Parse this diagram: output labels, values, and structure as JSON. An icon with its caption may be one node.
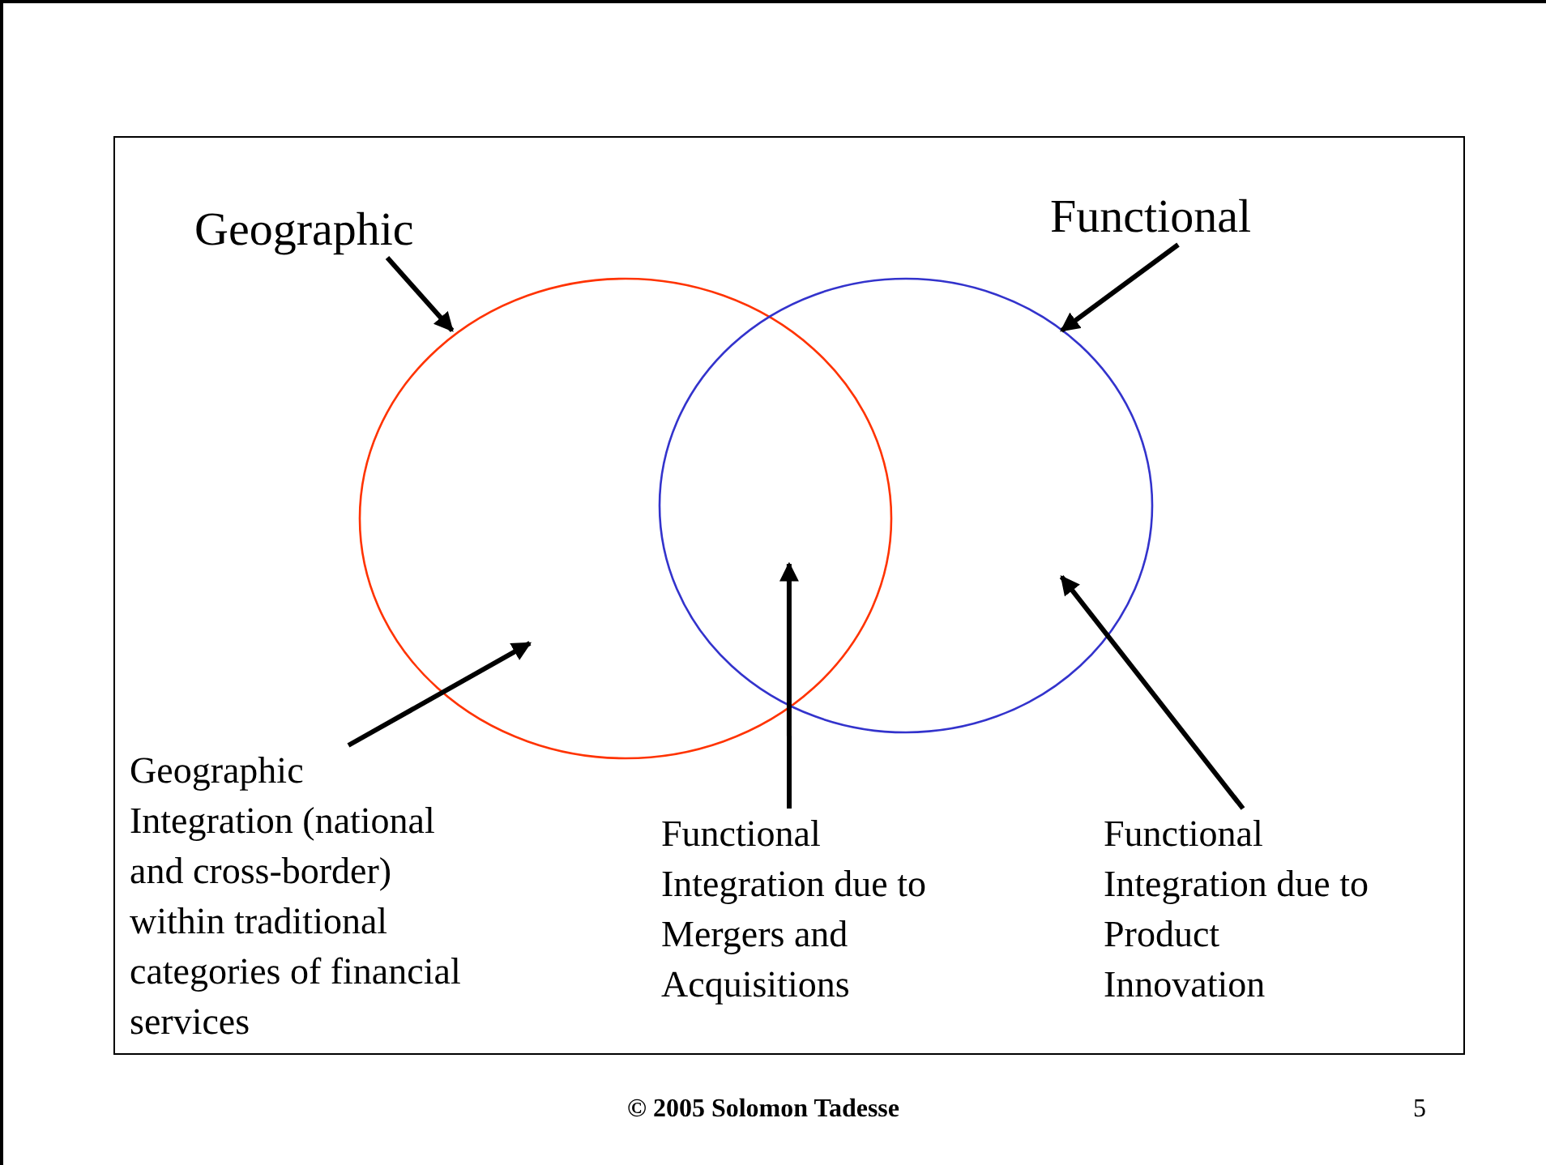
{
  "diagram": {
    "nodes": [
      {
        "text": [
          "Geographic"
        ]
      },
      {
        "text": [
          "Functional"
        ]
      },
      {
        "text": [],
        "shape": "circle"
      },
      {
        "text": [],
        "shape": "circle"
      },
      {
        "text": [
          "Geographic Integration (national and cross-border) within traditional categories of financial services"
        ]
      },
      {
        "text": [
          "Functional Integration due to Mergers and Acquisitions"
        ]
      },
      {
        "text": [
          "Functional Integration due to Product Innovation"
        ]
      }
    ],
    "edges": [
      {
        "from": 0,
        "to": 2,
        "arrow": "to"
      },
      {
        "from": 1,
        "to": 3,
        "arrow": "to"
      },
      {
        "from": 4,
        "to": 2,
        "arrow": "to"
      },
      {
        "from": 5,
        "to": 3,
        "arrow": "to"
      },
      {
        "from": 6,
        "to": 3,
        "arrow": "to"
      }
    ],
    "labels": [
      "© 2005 Solomon Tadesse",
      "5"
    ]
  }
}
